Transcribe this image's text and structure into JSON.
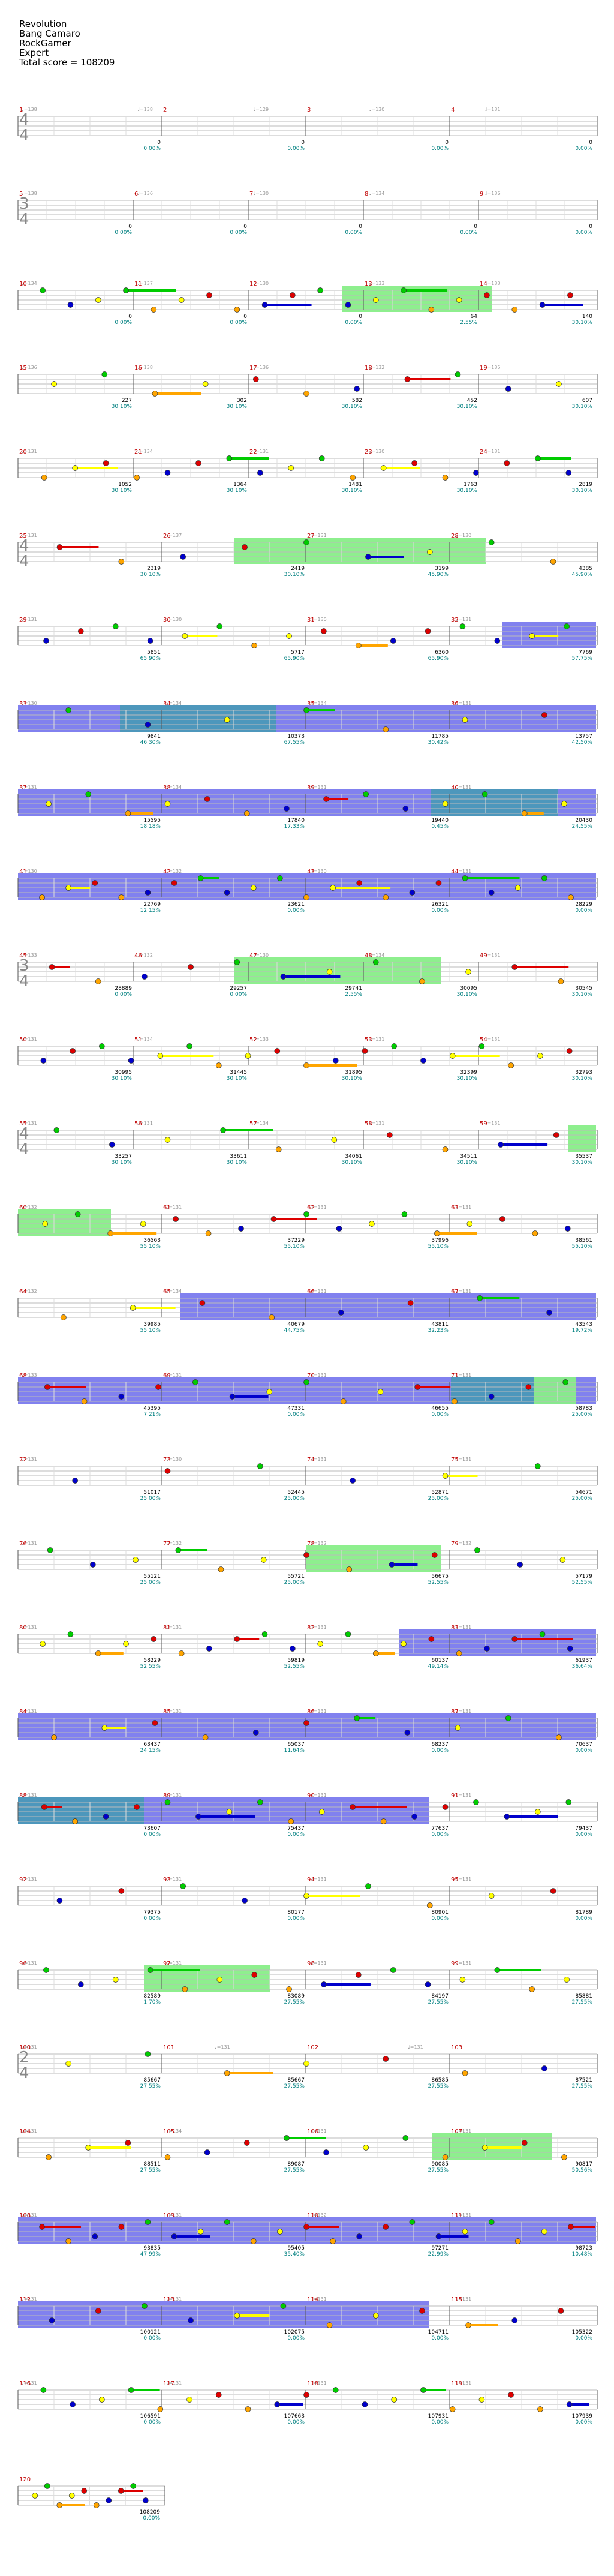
{
  "header": {
    "song": "Revolution",
    "artist": "Bang Camaro",
    "charter": "RockGamer",
    "difficulty": "Expert",
    "total_score_label": "Total score = 108209"
  },
  "colors": {
    "green": "#00cc00",
    "red": "#dd0000",
    "yellow": "#ffff00",
    "blue": "#0000cc",
    "orange": "#ffa500",
    "overdrive_fill": "#7a7aee",
    "solo_fill": "#88ee88",
    "combined_fill": "#4a98b8",
    "measure_number": "#c00000",
    "percent_text": "#008080"
  },
  "rows": [
    {
      "measures": [
        1,
        2,
        3,
        4
      ],
      "scores": [
        "0",
        "0",
        "0",
        "0"
      ],
      "percents": [
        "0.00%",
        "0.00%",
        "0.00%",
        "0.00%"
      ],
      "tsig": "4/4",
      "tempos": [
        "♩=138",
        "♩=138",
        "♩=129",
        "♩=130",
        "♩=131"
      ]
    },
    {
      "measures": [
        5,
        6,
        7,
        8,
        9
      ],
      "scores": [
        "0",
        "0",
        "0",
        "0",
        "0"
      ],
      "percents": [
        "0.00%",
        "0.00%",
        "0.00%",
        "0.00%",
        "0.00%"
      ],
      "tsig": "3/4",
      "tempos": [
        "♩=138",
        "♩=136",
        "♩=130",
        "♩=134",
        "♩=136"
      ]
    },
    {
      "measures": [
        10,
        11,
        12,
        13,
        14
      ],
      "scores": [
        "0",
        "0",
        "0",
        "64",
        "140"
      ],
      "percents": [
        "0.00%",
        "0.00%",
        "0.00%",
        "2.55%",
        "30.10%"
      ],
      "tempos": [
        "♩=134",
        "♩=137",
        "♩=130",
        "♩=133",
        "♩=133"
      ]
    },
    {
      "measures": [
        15,
        16,
        17,
        18,
        19
      ],
      "scores": [
        "227",
        "302",
        "582",
        "452",
        "607"
      ],
      "percents": [
        "30.10%",
        "30.10%",
        "30.10%",
        "30.10%",
        "30.10%"
      ],
      "tempos": [
        "♩=136",
        "♩=138",
        "♩=136",
        "♩=132",
        "♩=135"
      ]
    },
    {
      "measures": [
        20,
        21,
        22,
        23,
        24
      ],
      "scores": [
        "1052",
        "1364",
        "1481",
        "1763",
        "2819"
      ],
      "percents": [
        "30.10%",
        "30.10%",
        "30.10%",
        "30.10%",
        "30.10%"
      ],
      "tempos": [
        "♩=131",
        "♩=134",
        "♩=131",
        "♩=130",
        "♩=131"
      ]
    },
    {
      "measures": [
        25,
        26,
        27,
        28
      ],
      "scores": [
        "2319",
        "2419",
        "3199",
        "4385"
      ],
      "percents": [
        "30.10%",
        "30.10%",
        "45.90%",
        "45.90%"
      ],
      "tsig": "4/4",
      "tempos": [
        "♩=131",
        "♩=137",
        "♩=131",
        "♩=130"
      ]
    },
    {
      "measures": [
        29,
        30,
        31,
        32
      ],
      "scores": [
        "5851",
        "5717",
        "6360",
        "7769"
      ],
      "percents": [
        "65.90%",
        "65.90%",
        "65.90%",
        "57.75%"
      ],
      "tempos": [
        "♩=131",
        "♩=130",
        "♩=130",
        "♩=131"
      ]
    },
    {
      "measures": [
        33,
        34,
        35,
        36
      ],
      "scores": [
        "9841",
        "10373",
        "11785",
        "13757"
      ],
      "percents": [
        "46.30%",
        "67.55%",
        "30.42%",
        "42.50%"
      ],
      "tempos": [
        "♩=130",
        "♩=134",
        "♩=134",
        "♩=131"
      ]
    },
    {
      "measures": [
        37,
        38,
        39,
        40
      ],
      "scores": [
        "15595",
        "17840",
        "19440",
        "20430"
      ],
      "percents": [
        "18.18%",
        "17.33%",
        "0.45%",
        "24.55%"
      ],
      "tempos": [
        "♩=131",
        "♩=134",
        "♩=131",
        "♩=131"
      ]
    },
    {
      "measures": [
        41,
        42,
        43,
        44
      ],
      "scores": [
        "22769",
        "23621",
        "26321",
        "28229"
      ],
      "percents": [
        "12.15%",
        "0.00%",
        "0.00%",
        "0.00%"
      ],
      "tempos": [
        "♩=130",
        "♩=132",
        "♩=130",
        "♩=131"
      ]
    },
    {
      "measures": [
        45,
        46,
        47,
        48,
        49
      ],
      "scores": [
        "28889",
        "29257",
        "29741",
        "30095",
        "30545"
      ],
      "percents": [
        "0.00%",
        "0.00%",
        "2.55%",
        "30.10%",
        "30.10%"
      ],
      "tsig": "3/4",
      "tempos": [
        "♩=133",
        "♩=132",
        "♩=130",
        "♩=134",
        "♩=131"
      ]
    },
    {
      "measures": [
        50,
        51,
        52,
        53,
        54
      ],
      "scores": [
        "30995",
        "31445",
        "31895",
        "32399",
        "32793"
      ],
      "percents": [
        "30.10%",
        "30.10%",
        "30.10%",
        "30.10%",
        "30.10%"
      ],
      "tempos": [
        "♩=131",
        "♩=134",
        "♩=133",
        "♩=131",
        "♩=131"
      ]
    },
    {
      "measures": [
        55,
        56,
        57,
        58,
        59
      ],
      "scores": [
        "33257",
        "33611",
        "34061",
        "34511",
        "35537"
      ],
      "percents": [
        "30.10%",
        "30.10%",
        "30.10%",
        "30.10%",
        "30.10%"
      ],
      "tsig": "4/4",
      "tempos": [
        "♩=131",
        "♩=131",
        "♩=134",
        "♩=131",
        "♩=131"
      ]
    },
    {
      "measures": [
        60,
        61,
        62,
        63
      ],
      "scores": [
        "36563",
        "37229",
        "37996",
        "38561"
      ],
      "percents": [
        "55.10%",
        "55.10%",
        "55.10%",
        "55.10%"
      ],
      "tempos": [
        "♩=132",
        "♩=131",
        "♩=131",
        "♩=131"
      ]
    },
    {
      "measures": [
        64,
        65,
        66,
        67
      ],
      "scores": [
        "39985",
        "40679",
        "43811",
        "43543"
      ],
      "percents": [
        "55.10%",
        "44.75%",
        "32.23%",
        "19.72%"
      ],
      "tempos": [
        "♩=132",
        "♩=134",
        "♩=131",
        "♩=131"
      ]
    },
    {
      "measures": [
        68,
        69,
        70,
        71
      ],
      "scores": [
        "45395",
        "47331",
        "46655",
        "58783"
      ],
      "percents": [
        "7.21%",
        "0.00%",
        "0.00%",
        "25.00%"
      ],
      "tempos": [
        "♩=133",
        "♩=131",
        "♩=131",
        "♩=131"
      ]
    },
    {
      "measures": [
        72,
        73,
        74,
        75
      ],
      "scores": [
        "51017",
        "52445",
        "52871",
        "54671"
      ],
      "percents": [
        "25.00%",
        "25.00%",
        "25.00%",
        "25.00%"
      ],
      "tempos": [
        "♩=131",
        "♩=130",
        "♩=131",
        "♩=131"
      ]
    },
    {
      "measures": [
        76,
        77,
        78,
        79
      ],
      "scores": [
        "55121",
        "55721",
        "56675",
        "57179"
      ],
      "percents": [
        "25.00%",
        "25.00%",
        "52.55%",
        "52.55%"
      ],
      "tempos": [
        "♩=131",
        "♩=132",
        "♩=132",
        "♩=132"
      ]
    },
    {
      "measures": [
        80,
        81,
        82,
        83
      ],
      "scores": [
        "58229",
        "59819",
        "60137",
        "61937"
      ],
      "percents": [
        "52.55%",
        "52.55%",
        "49.14%",
        "36.64%"
      ],
      "tempos": [
        "♩=131",
        "♩=131",
        "♩=131",
        "♩=131"
      ]
    },
    {
      "measures": [
        84,
        85,
        86,
        87
      ],
      "scores": [
        "63437",
        "65037",
        "68237",
        "70637"
      ],
      "percents": [
        "24.15%",
        "11.64%",
        "0.00%",
        "0.00%"
      ],
      "tempos": [
        "♩=131",
        "♩=131",
        "♩=131",
        "♩=131"
      ]
    },
    {
      "measures": [
        88,
        89,
        90,
        91
      ],
      "scores": [
        "73607",
        "75437",
        "77637",
        "79437"
      ],
      "percents": [
        "0.00%",
        "0.00%",
        "0.00%",
        "0.00%"
      ],
      "tempos": [
        "♩=131",
        "♩=131",
        "♩=131",
        "♩=131"
      ]
    },
    {
      "measures": [
        92,
        93,
        94,
        95
      ],
      "scores": [
        "79375",
        "80177",
        "80901",
        "81789"
      ],
      "percents": [
        "0.00%",
        "0.00%",
        "0.00%",
        "0.00%"
      ],
      "tempos": [
        "♩=131",
        "♩=131",
        "♩=131",
        "♩=131"
      ]
    },
    {
      "measures": [
        96,
        97,
        98,
        99
      ],
      "scores": [
        "82589",
        "83089",
        "84197",
        "85881"
      ],
      "percents": [
        "1.70%",
        "27.55%",
        "27.55%",
        "27.55%"
      ],
      "tempos": [
        "♩=131",
        "♩=131",
        "♩=131",
        "♩=131"
      ]
    },
    {
      "measures": [
        100,
        101,
        102,
        103
      ],
      "scores": [
        "85667",
        "85667",
        "86585",
        "87521"
      ],
      "percents": [
        "27.55%",
        "27.55%",
        "27.55%",
        "27.55%"
      ],
      "tsig": "2/4",
      "tempos": [
        "♩=131",
        "♩=131",
        "♩=131"
      ]
    },
    {
      "measures": [
        104,
        105,
        106,
        107
      ],
      "scores": [
        "88511",
        "89087",
        "90085",
        "90817"
      ],
      "percents": [
        "27.55%",
        "27.55%",
        "27.55%",
        "50.56%"
      ],
      "tempos": [
        "♩=131",
        "♩=134",
        "♩=131",
        "♩=131"
      ]
    },
    {
      "measures": [
        108,
        109,
        110,
        111
      ],
      "scores": [
        "93835",
        "95405",
        "97271",
        "98723"
      ],
      "percents": [
        "47.99%",
        "35.40%",
        "22.99%",
        "10.48%"
      ],
      "tempos": [
        "♩=131",
        "♩=131",
        "♩=132",
        "♩=131"
      ]
    },
    {
      "measures": [
        112,
        113,
        114,
        115
      ],
      "scores": [
        "100121",
        "102075",
        "104711",
        "105322"
      ],
      "percents": [
        "0.00%",
        "0.00%",
        "0.00%",
        "0.00%"
      ],
      "tempos": [
        "♩=131",
        "♩=131",
        "♩=131",
        "♩=131"
      ]
    },
    {
      "measures": [
        116,
        117,
        118,
        119
      ],
      "scores": [
        "106591",
        "107663",
        "107931",
        "107939"
      ],
      "percents": [
        "0.00%",
        "0.00%",
        "0.00%",
        "0.00%"
      ],
      "tempos": [
        "♩=131",
        "♩=131",
        "♩=131",
        "♩=131"
      ]
    },
    {
      "measures": [
        120
      ],
      "scores": [
        "108209"
      ],
      "percents": [
        "0.00%"
      ],
      "tempos": []
    }
  ]
}
